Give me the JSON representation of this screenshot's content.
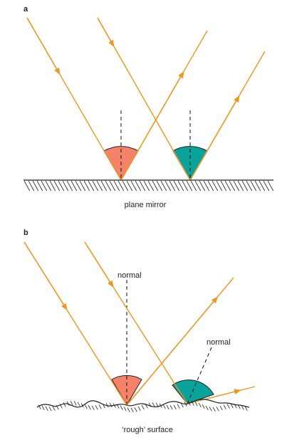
{
  "panel_a": {
    "label": "a",
    "caption": "plane mirror"
  },
  "panel_b": {
    "label": "b",
    "caption": "‘rough’ surface",
    "normal_label_1": "normal",
    "normal_label_2": "normal"
  },
  "colors": {
    "ray": "#f0961e",
    "incidence_angle": "#f5836a",
    "reflection_angle": "#0aa39c",
    "ink": "#222222"
  }
}
